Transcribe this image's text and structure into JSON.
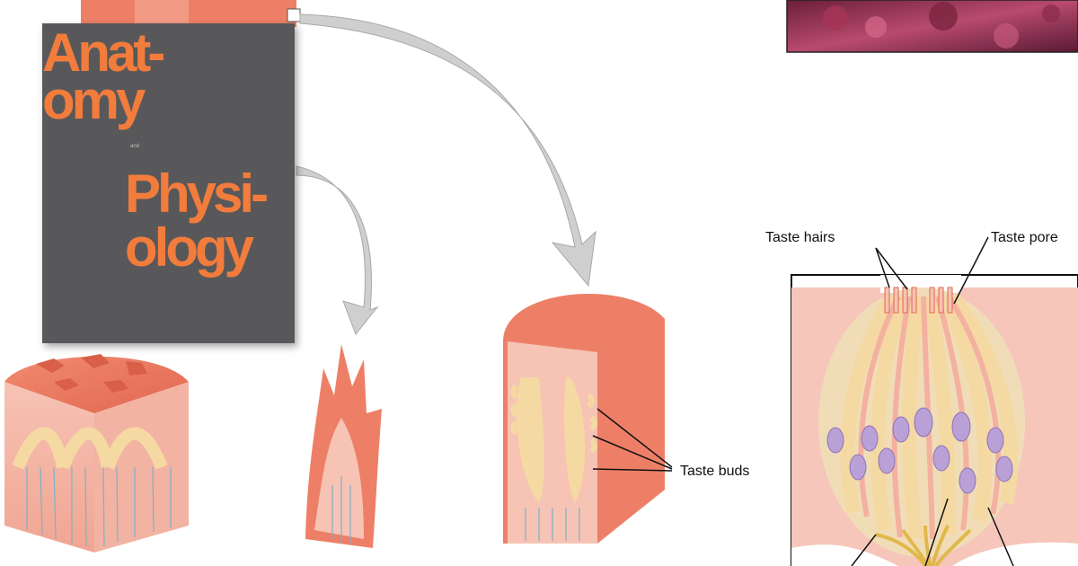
{
  "book_cover": {
    "line1": "Anat-",
    "line2": "omy",
    "connector": "and",
    "line3": "Physi-",
    "line4": "ology",
    "background": "#58585a",
    "text_color": "#f27c3c"
  },
  "labels": {
    "taste_hairs": "Taste hairs",
    "taste_pore": "Taste pore",
    "taste_buds": "Taste buds"
  },
  "colors": {
    "tissue_dark": "#e8735c",
    "tissue_light": "#f4b8a8",
    "cell_yellow": "#f6dc9c",
    "nucleus_purple": "#b9a0d6",
    "arrow_gray": "#cfcfcf",
    "micrograph": "#8c2a4a"
  }
}
